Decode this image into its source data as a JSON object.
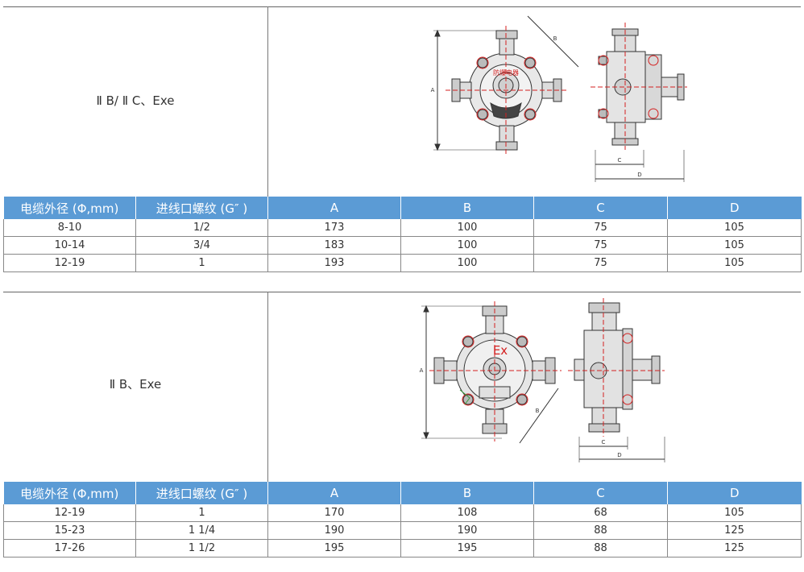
{
  "sections": [
    {
      "label": "Ⅱ B/ Ⅱ C、Exe",
      "headers": [
        "电缆外径 (Φ,mm)",
        "进线口螺纹 (G″ )",
        "A",
        "B",
        "C",
        "D"
      ],
      "rows": [
        [
          "8-10",
          "1/2",
          "173",
          "100",
          "75",
          "105"
        ],
        [
          "10-14",
          "3/4",
          "183",
          "100",
          "75",
          "105"
        ],
        [
          "12-19",
          "1",
          "193",
          "100",
          "75",
          "105"
        ]
      ],
      "drawing": {
        "plate_text": "防爆电器",
        "dims": [
          "A",
          "B",
          "C",
          "D"
        ]
      }
    },
    {
      "label": "Ⅱ B、Exe",
      "headers": [
        "电缆外径 (Φ,mm)",
        "进线口螺纹 (G″ )",
        "A",
        "B",
        "C",
        "D"
      ],
      "rows": [
        [
          "12-19",
          "1",
          "170",
          "108",
          "68",
          "105"
        ],
        [
          "15-23",
          "1 1/4",
          "190",
          "190",
          "88",
          "125"
        ],
        [
          "17-26",
          "1 1/2",
          "195",
          "195",
          "88",
          "125"
        ]
      ],
      "drawing": {
        "plate_text": "Ex",
        "dims": [
          "A",
          "B",
          "C",
          "D"
        ]
      }
    }
  ],
  "colors": {
    "header_bg": "#5b9bd5",
    "header_text": "#ffffff",
    "mark_red": "#d42020",
    "line_dark": "#333333"
  }
}
